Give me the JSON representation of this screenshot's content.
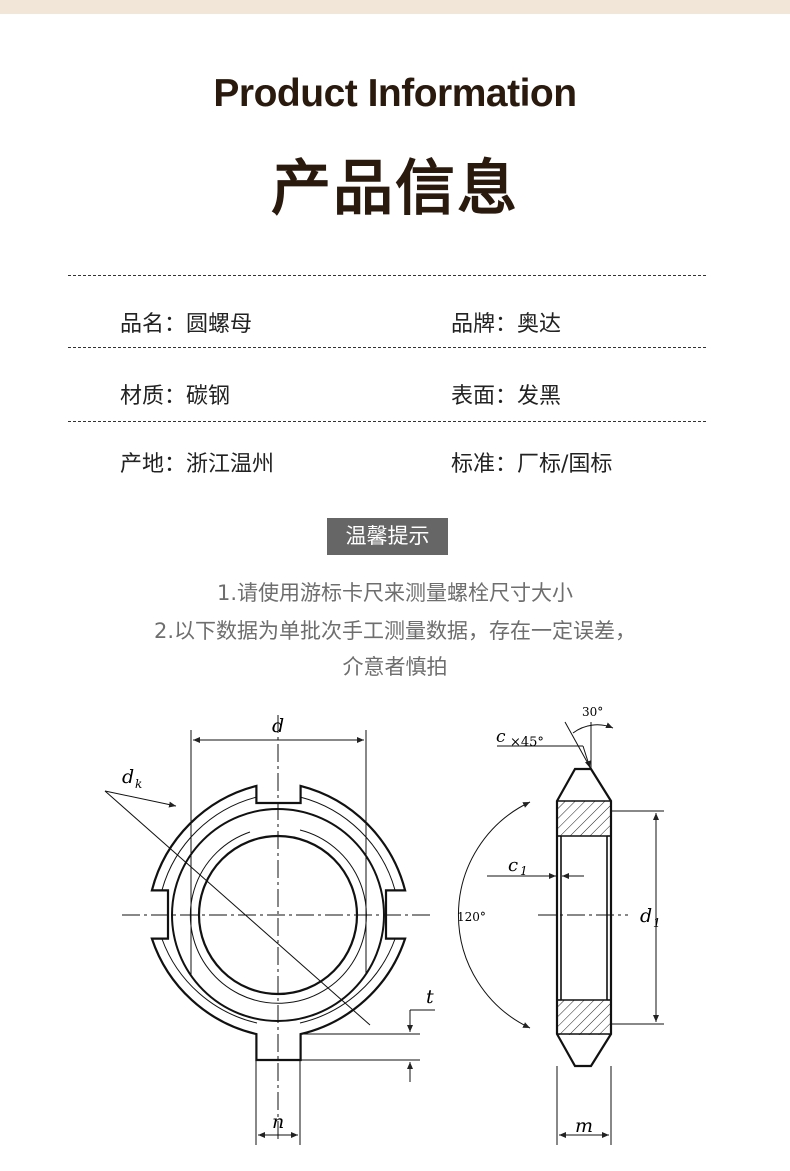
{
  "header": {
    "title_en": "Product Information",
    "title_cn": "产品信息"
  },
  "specs": [
    {
      "label": "品名：",
      "value": "圆螺母"
    },
    {
      "label": "品牌：",
      "value": "奥达"
    },
    {
      "label": "材质：",
      "value": "碳钢"
    },
    {
      "label": "表面：",
      "value": "发黑"
    },
    {
      "label": "产地：",
      "value": "浙江温州"
    },
    {
      "label": "标准：",
      "value": "厂标/国标"
    }
  ],
  "tips": {
    "badge": "温馨提示",
    "lines": [
      "1.请使用游标卡尺来测量螺栓尺寸大小",
      "2.以下数据为单批次手工测量数据，存在一定误差，",
      "介意者慎拍"
    ]
  },
  "drawing": {
    "labels": {
      "d": "d",
      "dk": "d",
      "dk_sub": "k",
      "t": "t",
      "n": "n",
      "c": "c",
      "c45": "×45°",
      "angle30": "30°",
      "c1": "c",
      "c1_sub": "1",
      "angle120": "120°",
      "d1": "d",
      "d1_sub": "1",
      "m": "m"
    }
  }
}
